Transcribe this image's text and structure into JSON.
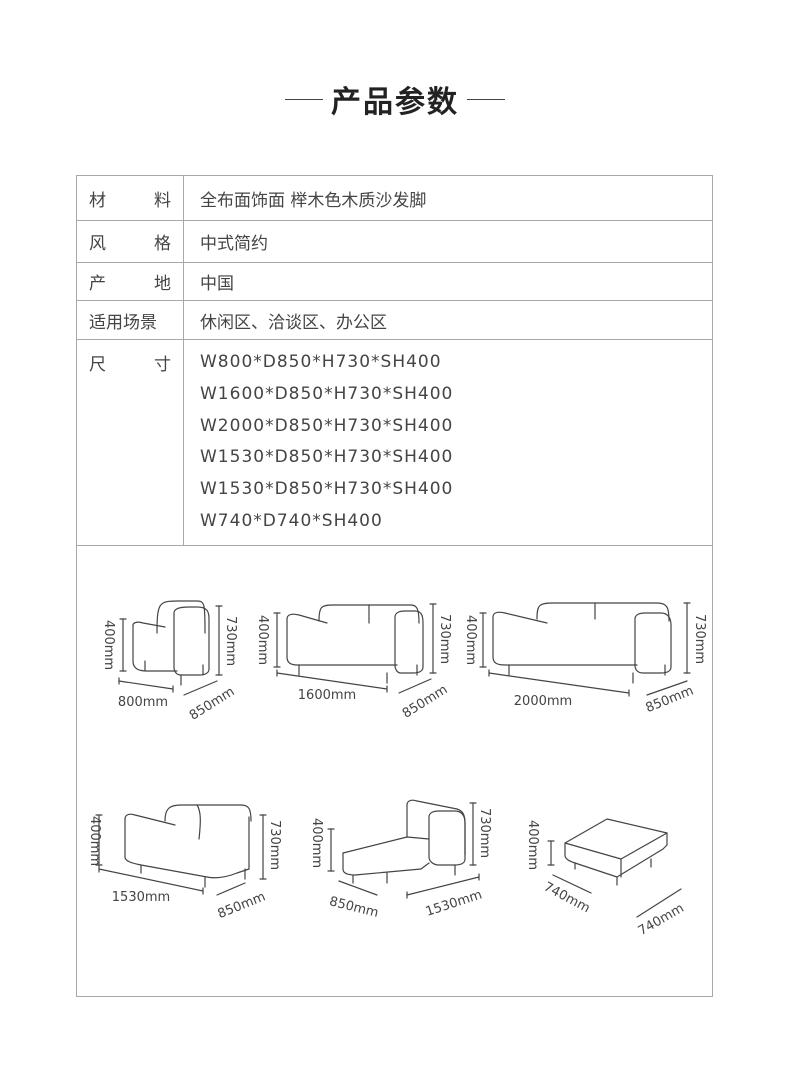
{
  "header": {
    "title": "产品参数"
  },
  "specs": {
    "material": {
      "label_a": "材",
      "label_b": "料",
      "value": "全布面饰面 榉木色木质沙发脚"
    },
    "style": {
      "label_a": "风",
      "label_b": "格",
      "value": "中式简约"
    },
    "origin": {
      "label_a": "产",
      "label_b": "地",
      "value": "中国"
    },
    "scene": {
      "label": "适用场景",
      "value": "休闲区、洽谈区、办公区"
    },
    "size": {
      "label_a": "尺",
      "label_b": "寸",
      "values": [
        "W800*D850*H730*SH400",
        "W1600*D850*H730*SH400",
        "W2000*D850*H730*SH400",
        "W1530*D850*H730*SH400",
        "W1530*D850*H730*SH400",
        "W740*D740*SH400"
      ]
    }
  },
  "diagrams": {
    "single": {
      "seat_h": "400mm",
      "total_h": "730mm",
      "width": "800mm",
      "depth": "850mm"
    },
    "double": {
      "seat_h": "400mm",
      "total_h": "730mm",
      "width": "1600mm",
      "depth": "850mm"
    },
    "triple": {
      "seat_h": "400mm",
      "total_h": "730mm",
      "width": "2000mm",
      "depth": "850mm"
    },
    "armless": {
      "seat_h": "400mm",
      "total_h": "730mm",
      "width": "1530mm",
      "depth": "850mm"
    },
    "chaise": {
      "seat_h": "400mm",
      "total_h": "730mm",
      "width": "1530mm",
      "depth": "850mm"
    },
    "ottoman": {
      "seat_h": "400mm",
      "width": "740mm",
      "depth": "740mm"
    }
  }
}
